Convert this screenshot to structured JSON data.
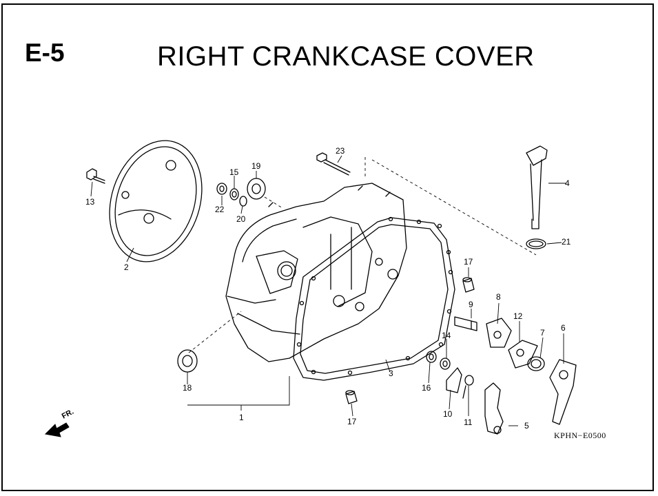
{
  "header": {
    "section_code": "E-5",
    "title": "RIGHT CRANKCASE COVER"
  },
  "footer": {
    "reference": "KPHN−E0500"
  },
  "direction": {
    "label": "FR."
  },
  "callouts": [
    {
      "id": "c1",
      "label": "1"
    },
    {
      "id": "c2",
      "label": "2"
    },
    {
      "id": "c3",
      "label": "3"
    },
    {
      "id": "c4",
      "label": "4"
    },
    {
      "id": "c5",
      "label": "5"
    },
    {
      "id": "c6",
      "label": "6"
    },
    {
      "id": "c7",
      "label": "7"
    },
    {
      "id": "c8",
      "label": "8"
    },
    {
      "id": "c9",
      "label": "9"
    },
    {
      "id": "c10",
      "label": "10"
    },
    {
      "id": "c11",
      "label": "11"
    },
    {
      "id": "c12",
      "label": "12"
    },
    {
      "id": "c13",
      "label": "13"
    },
    {
      "id": "c14",
      "label": "14"
    },
    {
      "id": "c15",
      "label": "15"
    },
    {
      "id": "c16",
      "label": "16"
    },
    {
      "id": "c17a",
      "label": "17"
    },
    {
      "id": "c17b",
      "label": "17"
    },
    {
      "id": "c18",
      "label": "18"
    },
    {
      "id": "c19",
      "label": "19"
    },
    {
      "id": "c20",
      "label": "20"
    },
    {
      "id": "c21",
      "label": "21"
    },
    {
      "id": "c22",
      "label": "22"
    },
    {
      "id": "c23",
      "label": "23"
    }
  ]
}
